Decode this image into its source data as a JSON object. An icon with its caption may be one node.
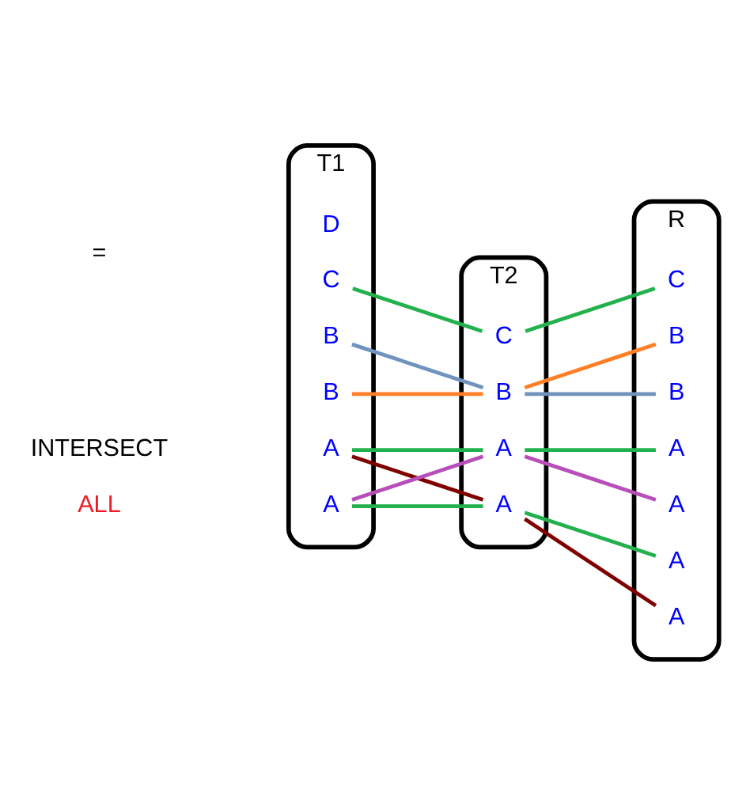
{
  "diagram": {
    "nodes": [
      {
        "text": [
          "T1"
        ]
      },
      {
        "text": [
          "A"
        ],
        "in": 0
      },
      {
        "text": [
          "A"
        ],
        "in": 0
      },
      {
        "text": [
          "B"
        ],
        "in": 0
      },
      {
        "text": [
          "B"
        ],
        "in": 0
      },
      {
        "text": [
          "C"
        ],
        "in": 0
      },
      {
        "text": [
          "D"
        ],
        "in": 0
      },
      {
        "text": [
          "T2"
        ]
      },
      {
        "text": [
          "A"
        ],
        "in": 7
      },
      {
        "text": [
          "A"
        ],
        "in": 7
      },
      {
        "text": [
          "B"
        ],
        "in": 7
      },
      {
        "text": [
          "C"
        ],
        "in": 7
      },
      {
        "text": [
          "R"
        ]
      },
      {
        "text": [
          "A"
        ],
        "in": 12
      },
      {
        "text": [
          "A"
        ],
        "in": 12
      },
      {
        "text": [
          "A"
        ],
        "in": 12
      },
      {
        "text": [
          "A"
        ],
        "in": 12
      },
      {
        "text": [
          "B"
        ],
        "in": 12
      },
      {
        "text": [
          "B"
        ],
        "in": 12
      },
      {
        "text": [
          "C"
        ],
        "in": 12
      }
    ],
    "edges": [
      {
        "from": 1,
        "to": 8,
        "arrow": "none"
      },
      {
        "from": 1,
        "to": 9,
        "arrow": "none",
        "color": "#800000"
      },
      {
        "from": 2,
        "to": 8,
        "arrow": "none",
        "color": "#b84fb8"
      },
      {
        "from": 2,
        "to": 9,
        "arrow": "none"
      },
      {
        "from": 3,
        "to": 10,
        "arrow": "none",
        "color": "#ff7f27"
      },
      {
        "from": 4,
        "to": 10,
        "arrow": "none",
        "color": "#7092be"
      },
      {
        "from": 5,
        "to": 11,
        "arrow": "none"
      },
      {
        "from": 8,
        "to": 13,
        "arrow": "none"
      },
      {
        "from": 8,
        "to": 14,
        "arrow": "none",
        "color": "#b84fb8"
      },
      {
        "from": 9,
        "to": 15,
        "arrow": "none"
      },
      {
        "from": 9,
        "to": 16,
        "arrow": "none",
        "color": "#800000"
      },
      {
        "from": 10,
        "to": 17,
        "arrow": "none",
        "color": "#ff7f27"
      },
      {
        "from": 10,
        "to": 18,
        "arrow": "none",
        "color": "#7092be"
      },
      {
        "from": 11,
        "to": 19,
        "arrow": "none"
      }
    ],
    "labels": [
      "INTERSECT",
      "ALL",
      "="
    ]
  }
}
